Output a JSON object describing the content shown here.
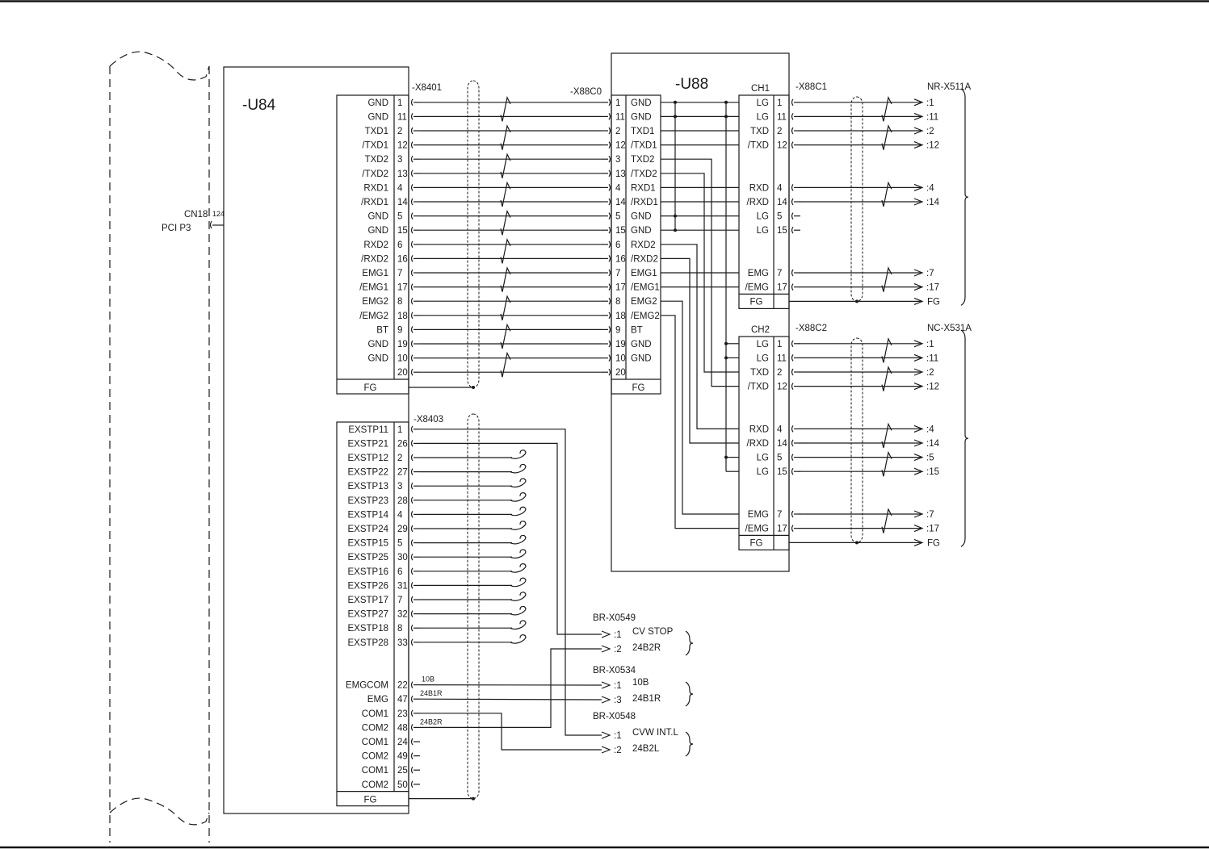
{
  "u84": {
    "title": "-U84",
    "cn_label": "CN18",
    "cn_sub": "PCI P3",
    "cn_pin": "124"
  },
  "x8401": {
    "label": "-X8401",
    "rows": [
      {
        "sig": "GND",
        "pin": "1"
      },
      {
        "sig": "GND",
        "pin": "11"
      },
      {
        "sig": "TXD1",
        "pin": "2"
      },
      {
        "sig": "/TXD1",
        "pin": "12"
      },
      {
        "sig": "TXD2",
        "pin": "3"
      },
      {
        "sig": "/TXD2",
        "pin": "13"
      },
      {
        "sig": "RXD1",
        "pin": "4"
      },
      {
        "sig": "/RXD1",
        "pin": "14"
      },
      {
        "sig": "GND",
        "pin": "5"
      },
      {
        "sig": "GND",
        "pin": "15"
      },
      {
        "sig": "RXD2",
        "pin": "6"
      },
      {
        "sig": "/RXD2",
        "pin": "16"
      },
      {
        "sig": "EMG1",
        "pin": "7"
      },
      {
        "sig": "/EMG1",
        "pin": "17"
      },
      {
        "sig": "EMG2",
        "pin": "8"
      },
      {
        "sig": "/EMG2",
        "pin": "18"
      },
      {
        "sig": "BT",
        "pin": "9"
      },
      {
        "sig": "GND",
        "pin": "19"
      },
      {
        "sig": "GND",
        "pin": "10"
      },
      {
        "sig": "",
        "pin": "20"
      }
    ],
    "fg": "FG"
  },
  "u88": {
    "title": "-U88",
    "x88c0": {
      "label": "-X88C0",
      "rows": [
        {
          "pin": "1",
          "sig": "GND"
        },
        {
          "pin": "11",
          "sig": "GND"
        },
        {
          "pin": "2",
          "sig": "TXD1"
        },
        {
          "pin": "12",
          "sig": "/TXD1"
        },
        {
          "pin": "3",
          "sig": "TXD2"
        },
        {
          "pin": "13",
          "sig": "/TXD2"
        },
        {
          "pin": "4",
          "sig": "RXD1"
        },
        {
          "pin": "14",
          "sig": "/RXD1"
        },
        {
          "pin": "5",
          "sig": "GND"
        },
        {
          "pin": "15",
          "sig": "GND"
        },
        {
          "pin": "6",
          "sig": "RXD2"
        },
        {
          "pin": "16",
          "sig": "/RXD2"
        },
        {
          "pin": "7",
          "sig": "EMG1"
        },
        {
          "pin": "17",
          "sig": "/EMG1"
        },
        {
          "pin": "8",
          "sig": "EMG2"
        },
        {
          "pin": "18",
          "sig": "/EMG2"
        },
        {
          "pin": "9",
          "sig": "BT"
        },
        {
          "pin": "19",
          "sig": "GND"
        },
        {
          "pin": "10",
          "sig": "GND"
        },
        {
          "pin": "20",
          "sig": ""
        }
      ],
      "fg": "FG"
    },
    "ch1": {
      "title": "CH1",
      "connector": "-X88C1",
      "dest": "NR-X511A",
      "rows": [
        {
          "sig": "LG",
          "pin": "1",
          "dst": ":1"
        },
        {
          "sig": "LG",
          "pin": "11",
          "dst": ":11"
        },
        {
          "sig": "TXD",
          "pin": "2",
          "dst": ":2"
        },
        {
          "sig": "/TXD",
          "pin": "12",
          "dst": ":12"
        },
        {
          "sig": "",
          "pin": "",
          "dst": ""
        },
        {
          "sig": "",
          "pin": "",
          "dst": ""
        },
        {
          "sig": "RXD",
          "pin": "4",
          "dst": ":4"
        },
        {
          "sig": "/RXD",
          "pin": "14",
          "dst": ":14"
        },
        {
          "sig": "LG",
          "pin": "5",
          "dst": ""
        },
        {
          "sig": "LG",
          "pin": "15",
          "dst": ""
        },
        {
          "sig": "",
          "pin": "",
          "dst": ""
        },
        {
          "sig": "",
          "pin": "",
          "dst": ""
        },
        {
          "sig": "EMG",
          "pin": "7",
          "dst": ":7"
        },
        {
          "sig": "/EMG",
          "pin": "17",
          "dst": ":17"
        }
      ],
      "fg": "FG",
      "fg_dst": "FG"
    },
    "ch2": {
      "title": "CH2",
      "connector": "-X88C2",
      "dest": "NC-X531A",
      "rows": [
        {
          "sig": "LG",
          "pin": "1",
          "dst": ":1"
        },
        {
          "sig": "LG",
          "pin": "11",
          "dst": ":11"
        },
        {
          "sig": "TXD",
          "pin": "2",
          "dst": ":2"
        },
        {
          "sig": "/TXD",
          "pin": "12",
          "dst": ":12"
        },
        {
          "sig": "",
          "pin": "",
          "dst": ""
        },
        {
          "sig": "",
          "pin": "",
          "dst": ""
        },
        {
          "sig": "RXD",
          "pin": "4",
          "dst": ":4"
        },
        {
          "sig": "/RXD",
          "pin": "14",
          "dst": ":14"
        },
        {
          "sig": "LG",
          "pin": "5",
          "dst": ":5"
        },
        {
          "sig": "LG",
          "pin": "15",
          "dst": ":15"
        },
        {
          "sig": "",
          "pin": "",
          "dst": ""
        },
        {
          "sig": "",
          "pin": "",
          "dst": ""
        },
        {
          "sig": "EMG",
          "pin": "7",
          "dst": ":7"
        },
        {
          "sig": "/EMG",
          "pin": "17",
          "dst": ":17"
        }
      ],
      "fg": "FG",
      "fg_dst": "FG"
    }
  },
  "x8403": {
    "label": "-X8403",
    "rows": [
      {
        "sig": "EXSTP11",
        "pin": "1"
      },
      {
        "sig": "EXSTP21",
        "pin": "26"
      },
      {
        "sig": "EXSTP12",
        "pin": "2"
      },
      {
        "sig": "EXSTP22",
        "pin": "27"
      },
      {
        "sig": "EXSTP13",
        "pin": "3"
      },
      {
        "sig": "EXSTP23",
        "pin": "28"
      },
      {
        "sig": "EXSTP14",
        "pin": "4"
      },
      {
        "sig": "EXSTP24",
        "pin": "29"
      },
      {
        "sig": "EXSTP15",
        "pin": "5"
      },
      {
        "sig": "EXSTP25",
        "pin": "30"
      },
      {
        "sig": "EXSTP16",
        "pin": "6"
      },
      {
        "sig": "EXSTP26",
        "pin": "31"
      },
      {
        "sig": "EXSTP17",
        "pin": "7"
      },
      {
        "sig": "EXSTP27",
        "pin": "32"
      },
      {
        "sig": "EXSTP18",
        "pin": "8"
      },
      {
        "sig": "EXSTP28",
        "pin": "33"
      },
      {
        "sig": "",
        "pin": ""
      },
      {
        "sig": "",
        "pin": ""
      },
      {
        "sig": "EMGCOM",
        "pin": "22"
      },
      {
        "sig": "EMG",
        "pin": "47"
      },
      {
        "sig": "COM1",
        "pin": "23"
      },
      {
        "sig": "COM2",
        "pin": "48"
      },
      {
        "sig": "COM1",
        "pin": "24"
      },
      {
        "sig": "COM2",
        "pin": "49"
      },
      {
        "sig": "COM1",
        "pin": "25"
      },
      {
        "sig": "COM2",
        "pin": "50"
      }
    ],
    "fg": "FG",
    "wire_labels": {
      "w22": "10B",
      "w47": "24B1R",
      "w48": "24B2R"
    }
  },
  "terminals": [
    {
      "name": "BR-X0549",
      "items": [
        {
          "pin": ":1",
          "desc": "CV STOP"
        },
        {
          "pin": ":2",
          "desc": "24B2R"
        }
      ]
    },
    {
      "name": "BR-X0534",
      "items": [
        {
          "pin": ":1",
          "desc": "10B"
        },
        {
          "pin": ":3",
          "desc": "24B1R"
        }
      ]
    },
    {
      "name": "BR-X0548",
      "items": [
        {
          "pin": ":1",
          "desc": "CVW INT.L"
        },
        {
          "pin": ":2",
          "desc": "24B2L"
        }
      ]
    }
  ]
}
